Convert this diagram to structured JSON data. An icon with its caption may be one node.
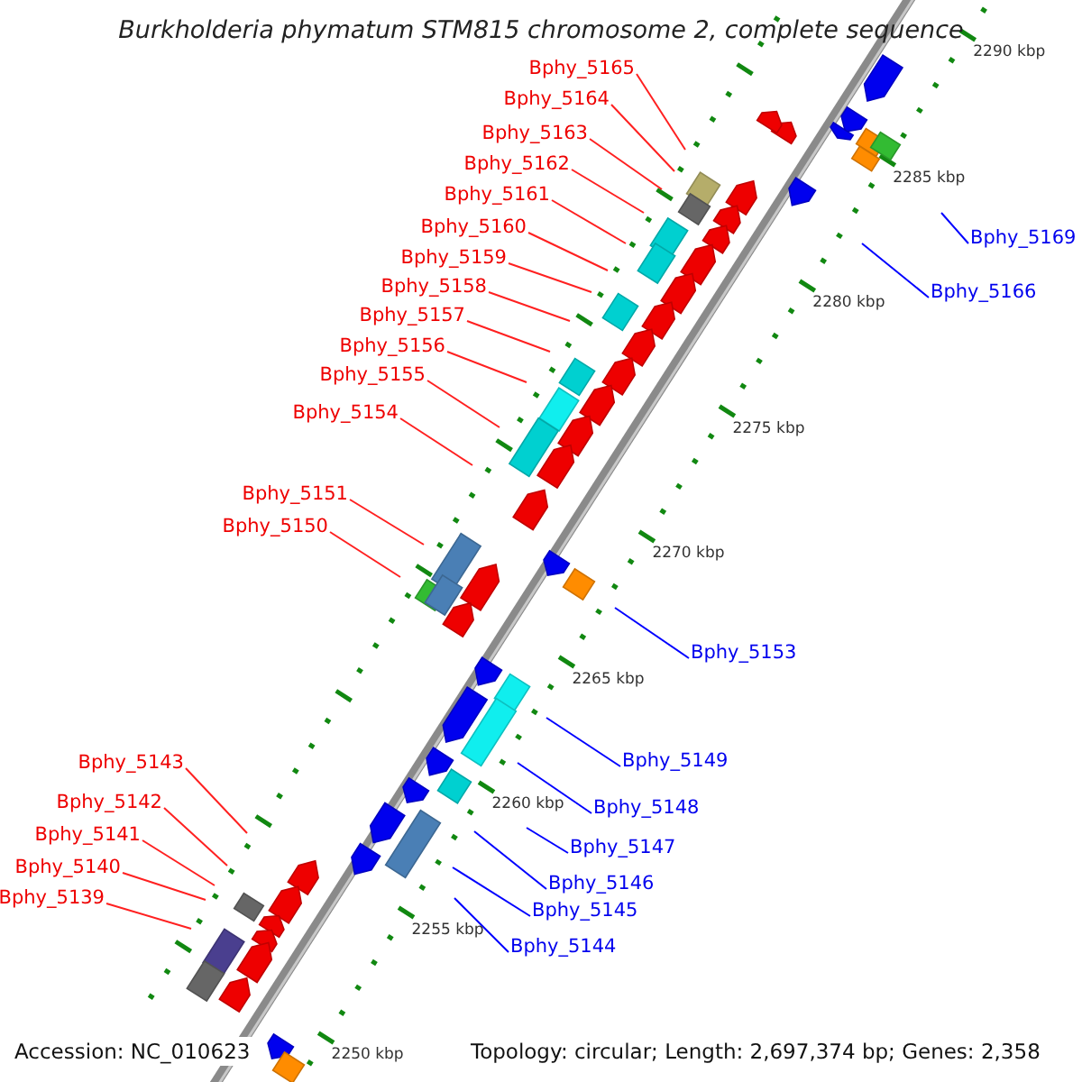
{
  "diagram": {
    "title": "Burkholderia phymatum STM815 chromosome 2, complete sequence",
    "nodes": [
      {
        "text": [
          "Bphy_5165"
        ]
      },
      {
        "text": [
          "Bphy_5164"
        ]
      },
      {
        "text": [
          "Bphy_5163"
        ]
      },
      {
        "text": [
          "Bphy_5162"
        ]
      },
      {
        "text": [
          "Bphy_5161"
        ]
      },
      {
        "text": [
          "Bphy_5169"
        ]
      },
      {
        "text": [
          "Bphy_5160"
        ]
      },
      {
        "text": [
          "Bphy_5159"
        ]
      },
      {
        "text": [
          "Bphy_5166"
        ]
      },
      {
        "text": [
          "Bphy_5158"
        ]
      },
      {
        "text": [
          "Bphy_5157"
        ]
      },
      {
        "text": [
          "Bphy_5156"
        ]
      },
      {
        "text": [
          "Bphy_5155"
        ]
      },
      {
        "text": [
          "Bphy_5154"
        ]
      },
      {
        "text": [
          "Bphy_5151"
        ]
      },
      {
        "text": [
          "Bphy_5150"
        ]
      },
      {
        "text": [
          "Bphy_5153"
        ]
      },
      {
        "text": [
          "Bphy_5149"
        ]
      },
      {
        "text": [
          "Bphy_5143"
        ]
      },
      {
        "text": [
          "Bphy_5148"
        ]
      },
      {
        "text": [
          "Bphy_5142"
        ]
      },
      {
        "text": [
          "Bphy_5147"
        ]
      },
      {
        "text": [
          "Bphy_5141"
        ]
      },
      {
        "text": [
          "Bphy_5140"
        ]
      },
      {
        "text": [
          "Bphy_5146"
        ]
      },
      {
        "text": [
          "Bphy_5139"
        ]
      },
      {
        "text": [
          "Bphy_5145"
        ]
      },
      {
        "text": [
          "Bphy_5144"
        ]
      }
    ],
    "edges": [
      {
        "from": 0,
        "to": null,
        "arrow": "none"
      },
      {
        "from": 1,
        "to": null,
        "arrow": "none"
      },
      {
        "from": 2,
        "to": null,
        "arrow": "none"
      },
      {
        "from": 3,
        "to": null,
        "arrow": "none"
      },
      {
        "from": 4,
        "to": null,
        "arrow": "none"
      },
      {
        "from": 5,
        "to": null,
        "arrow": "none",
        "color": "#0000ff"
      },
      {
        "from": 6,
        "to": null,
        "arrow": "none"
      },
      {
        "from": 7,
        "to": null,
        "arrow": "none"
      },
      {
        "from": 8,
        "to": null,
        "arrow": "none",
        "color": "#0000ff"
      },
      {
        "from": 9,
        "to": null,
        "arrow": "none"
      },
      {
        "from": 10,
        "to": null,
        "arrow": "none"
      },
      {
        "from": 11,
        "to": null,
        "arrow": "none"
      },
      {
        "from": 12,
        "to": null,
        "arrow": "none"
      },
      {
        "from": 13,
        "to": null,
        "arrow": "none"
      },
      {
        "from": 14,
        "to": null,
        "arrow": "none"
      },
      {
        "from": 15,
        "to": null,
        "arrow": "none"
      },
      {
        "from": 16,
        "to": null,
        "arrow": "none",
        "color": "#0000ff"
      },
      {
        "from": 17,
        "to": null,
        "arrow": "none",
        "color": "#0000ff"
      },
      {
        "from": 18,
        "to": null,
        "arrow": "none"
      },
      {
        "from": 19,
        "to": null,
        "arrow": "none",
        "color": "#0000ff"
      },
      {
        "from": 20,
        "to": null,
        "arrow": "none"
      },
      {
        "from": 21,
        "to": null,
        "arrow": "none",
        "color": "#0000ff"
      },
      {
        "from": 22,
        "to": null,
        "arrow": "none"
      },
      {
        "from": 23,
        "to": null,
        "arrow": "none"
      },
      {
        "from": 24,
        "to": null,
        "arrow": "none",
        "color": "#0000ff"
      },
      {
        "from": 25,
        "to": null,
        "arrow": "none"
      },
      {
        "from": 26,
        "to": null,
        "arrow": "none",
        "color": "#0000ff"
      },
      {
        "from": 27,
        "to": null,
        "arrow": "none",
        "color": "#0000ff"
      }
    ],
    "labels": [
      "2290 kbp",
      "2285 kbp",
      "2280 kbp",
      "2275 kbp",
      "2270 kbp",
      "2265 kbp",
      "2260 kbp",
      "2255 kbp",
      "2250 kbp",
      "Accession: NC_010623",
      "Topology: circular; Length: 2,697,374 bp; Genes: 2,358"
    ]
  }
}
